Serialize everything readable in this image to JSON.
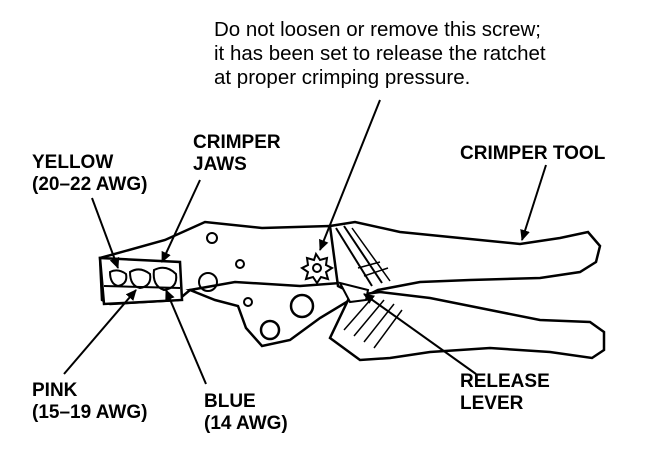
{
  "note": {
    "lines": [
      "Do not loosen or remove this screw;",
      "it has been set to release the ratchet",
      "at proper crimping pressure."
    ]
  },
  "labels": {
    "crimper_jaws": [
      "CRIMPER",
      "JAWS"
    ],
    "yellow": [
      "YELLOW",
      "(20–22 AWG)"
    ],
    "crimper_tool": [
      "CRIMPER TOOL"
    ],
    "pink": [
      "PINK",
      "(15–19 AWG)"
    ],
    "blue": [
      "BLUE",
      "(14 AWG)"
    ],
    "release_lever": [
      "RELEASE",
      "LEVER"
    ]
  }
}
